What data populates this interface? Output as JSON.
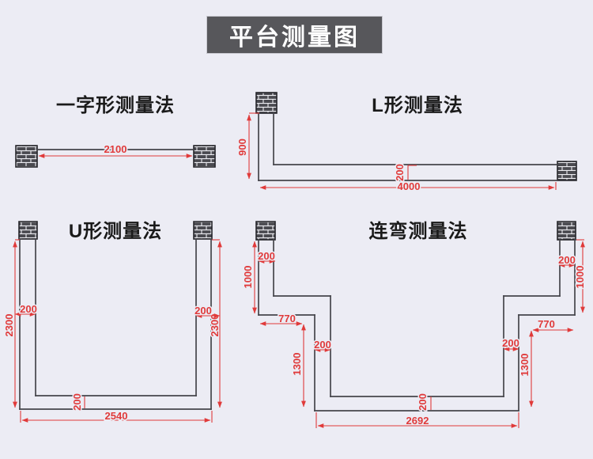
{
  "header": {
    "title": "平台测量图"
  },
  "colors": {
    "background": "#ececf4",
    "title_bg": "#57575b",
    "title_text": "#ffffff",
    "line": "#45454b",
    "dimension": "#e03a3a",
    "heading": "#1a1a1a",
    "brick_fill": "#4a4a50",
    "brick_mortar": "#ededf2",
    "brick_border": "#26262b"
  },
  "icons": {
    "wall": "brick-wall-icon"
  },
  "panels": {
    "straight": {
      "title": "一字形测量法",
      "dims": {
        "length": "2100"
      }
    },
    "l_shape": {
      "title": "L形测量法",
      "dims": {
        "height": "900",
        "thickness": "200",
        "length": "4000"
      }
    },
    "u_shape": {
      "title": "U形测量法",
      "dims": {
        "left_height": "2300",
        "left_thickness": "200",
        "right_height": "2300",
        "right_thickness": "200",
        "bottom_thickness": "200",
        "width": "2540"
      }
    },
    "multi_bend": {
      "title": "连弯测量法",
      "dims": {
        "left_thickness": "200",
        "left_height": "1000",
        "left_offset": "770",
        "mid_left_thickness": "200",
        "mid_left_height": "1300",
        "bottom_thickness": "200",
        "bottom_width": "2692",
        "right_thickness": "200",
        "right_height": "1000",
        "right_offset": "770",
        "mid_right_thickness": "200",
        "mid_right_height": "1300"
      }
    }
  }
}
